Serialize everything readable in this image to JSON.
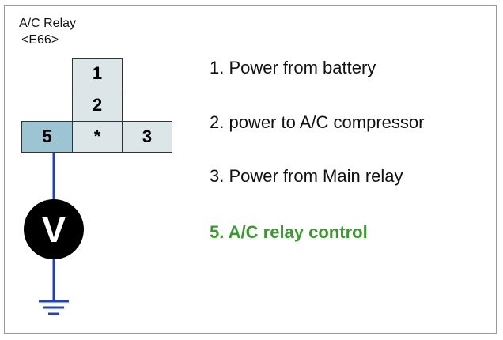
{
  "header": {
    "title": "A/C Relay",
    "connector": "<E66>"
  },
  "connector": {
    "pins": [
      {
        "id": "1",
        "label": "1"
      },
      {
        "id": "2",
        "label": "2"
      },
      {
        "id": "5",
        "label": "5"
      },
      {
        "id": "star",
        "label": "*"
      },
      {
        "id": "3",
        "label": "3"
      }
    ]
  },
  "meter": {
    "symbol": "V"
  },
  "legend": [
    {
      "text": "1. Power from battery"
    },
    {
      "text": "2. power to A/C compressor"
    },
    {
      "text": "3. Power from Main relay"
    },
    {
      "text": "5. A/C relay control"
    }
  ],
  "colors": {
    "wire": "#1f3fd0",
    "highlight_text": "#3a9a2e",
    "pin_fill": "#dce6e8",
    "pin_active_fill": "#9cc4d2",
    "meter_fill": "#000000"
  }
}
